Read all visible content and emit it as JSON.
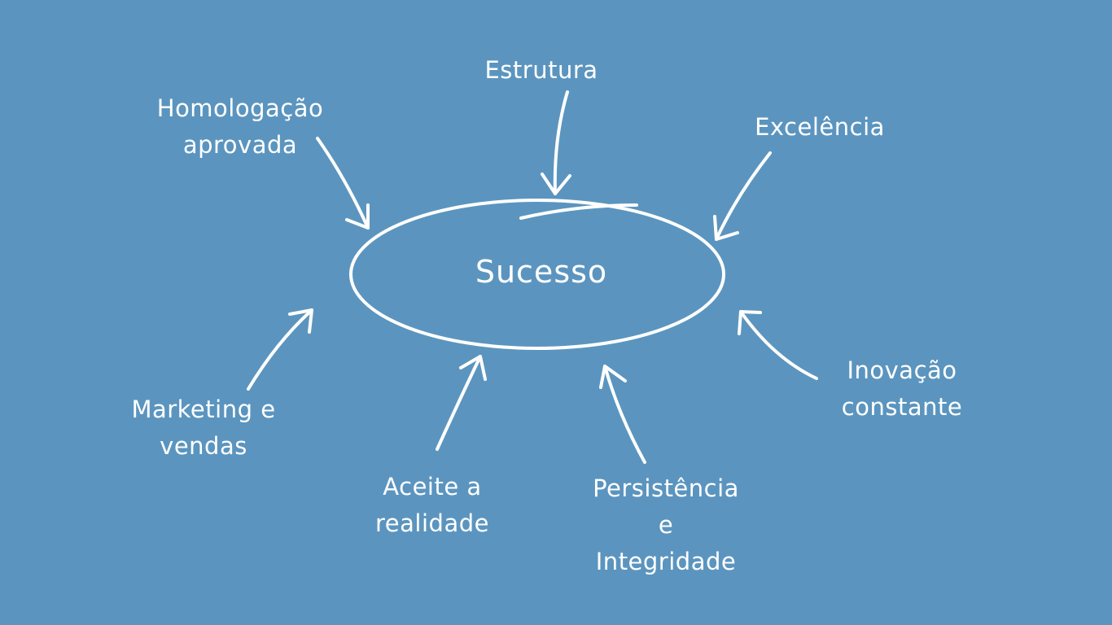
{
  "colors": {
    "background": "#5b95bf",
    "ink": "#ffffff"
  },
  "center": {
    "label": "Sucesso"
  },
  "factors": [
    {
      "lines": [
        "Estrutura"
      ]
    },
    {
      "lines": [
        "Homologação",
        "aprovada"
      ]
    },
    {
      "lines": [
        "Excelência"
      ]
    },
    {
      "lines": [
        "Marketing e",
        "vendas"
      ]
    },
    {
      "lines": [
        "Aceite a",
        "realidade"
      ]
    },
    {
      "lines": [
        "Persistência",
        "e",
        "Integridade"
      ]
    },
    {
      "lines": [
        "Inovação",
        "constante"
      ]
    }
  ]
}
